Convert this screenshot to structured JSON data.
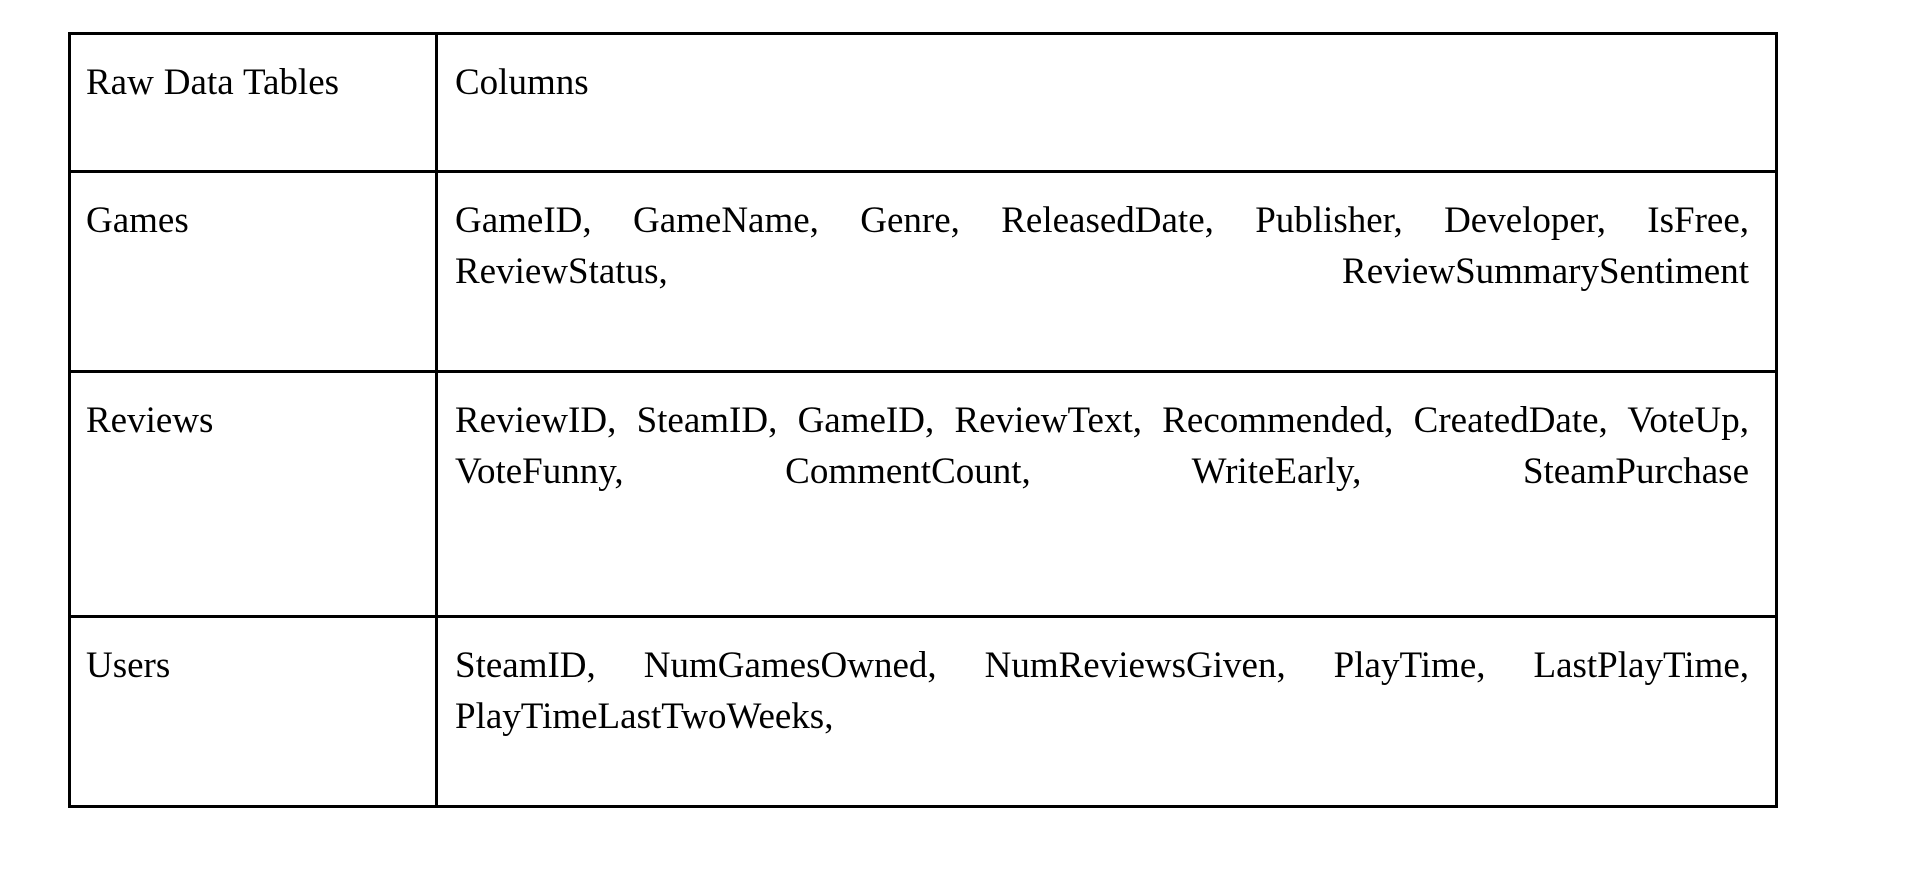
{
  "table": {
    "headers": {
      "name_column": "Raw Data Tables",
      "columns_column": "Columns"
    },
    "rows": [
      {
        "table_name": "Games",
        "columns": "GameID, GameName, Genre, ReleasedDate, Publisher, Developer, IsFree, ReviewStatus, ReviewSummarySentiment"
      },
      {
        "table_name": "Reviews",
        "columns": "ReviewID, SteamID, GameID, ReviewText, Recommended, CreatedDate, VoteUp, VoteFunny, CommentCount, WriteEarly, SteamPurchase"
      },
      {
        "table_name": "Users",
        "columns": "SteamID, NumGamesOwned, NumReviewsGiven, PlayTime, LastPlayTime, PlayTimeLastTwoWeeks,"
      }
    ]
  },
  "style": {
    "border_color": "#000000",
    "text_color": "#000000",
    "background_color": "#ffffff"
  }
}
